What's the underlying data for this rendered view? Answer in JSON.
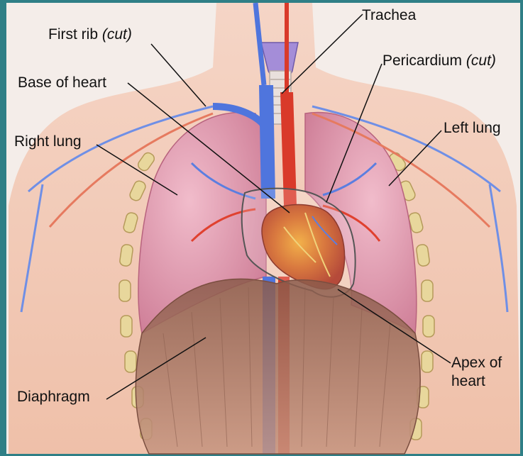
{
  "labels": {
    "first_rib": {
      "text": "First rib",
      "qualifier": "(cut)"
    },
    "trachea": {
      "text": "Trachea"
    },
    "pericardium": {
      "text": "Pericardium",
      "qualifier": "(cut)"
    },
    "base_of_heart": {
      "text": "Base of heart"
    },
    "right_lung": {
      "text": "Right lung"
    },
    "left_lung": {
      "text": "Left lung"
    },
    "apex_line1": "Apex of",
    "apex_line2": "heart",
    "diaphragm": {
      "text": "Diaphragm"
    }
  },
  "colors": {
    "frame": "#2f7f86",
    "background": "#f4ede9",
    "skin": "#f2c9b5",
    "lung": "#e2a2b6",
    "heart": "#d9793f",
    "vein": "#5b7ee0",
    "artery": "#e0412f",
    "diaphragm": "#a3705c",
    "leader_line": "#111111"
  }
}
